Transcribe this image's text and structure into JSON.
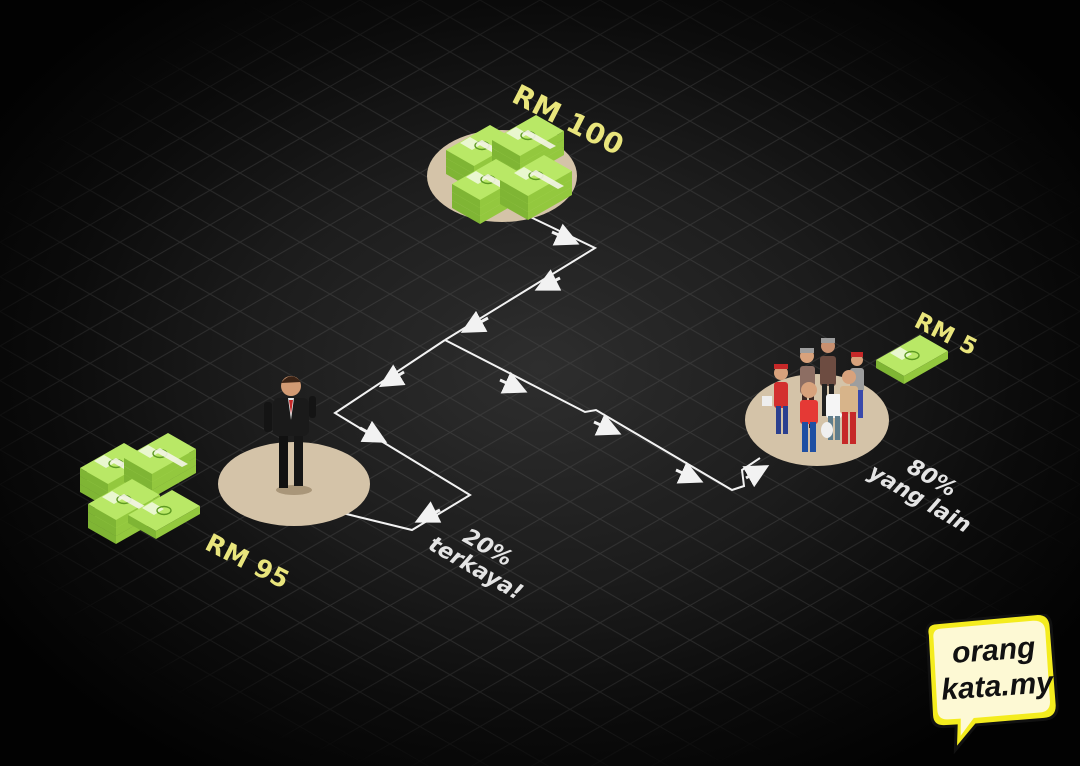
{
  "diagram": {
    "top_amount": "RM 100",
    "left_amount": "RM 95",
    "right_amount": "RM 5",
    "left_group": {
      "percent": "20%",
      "caption": "terkaya!"
    },
    "right_group": {
      "percent": "80%",
      "caption": "yang lain"
    }
  },
  "brand": {
    "line1": "orang",
    "line2": "kata.my"
  },
  "colors": {
    "amount_text": "#e9e57c",
    "caption_text": "#e4e4e4",
    "money_green": "#a6dc4c",
    "platform": "#d4c3a8",
    "logo_yellow": "#f4ec1e",
    "path_line": "#f2f2f2"
  },
  "icons": [
    "money-stack-icon",
    "businessman-icon",
    "crowd-icon",
    "banknote-icon"
  ]
}
